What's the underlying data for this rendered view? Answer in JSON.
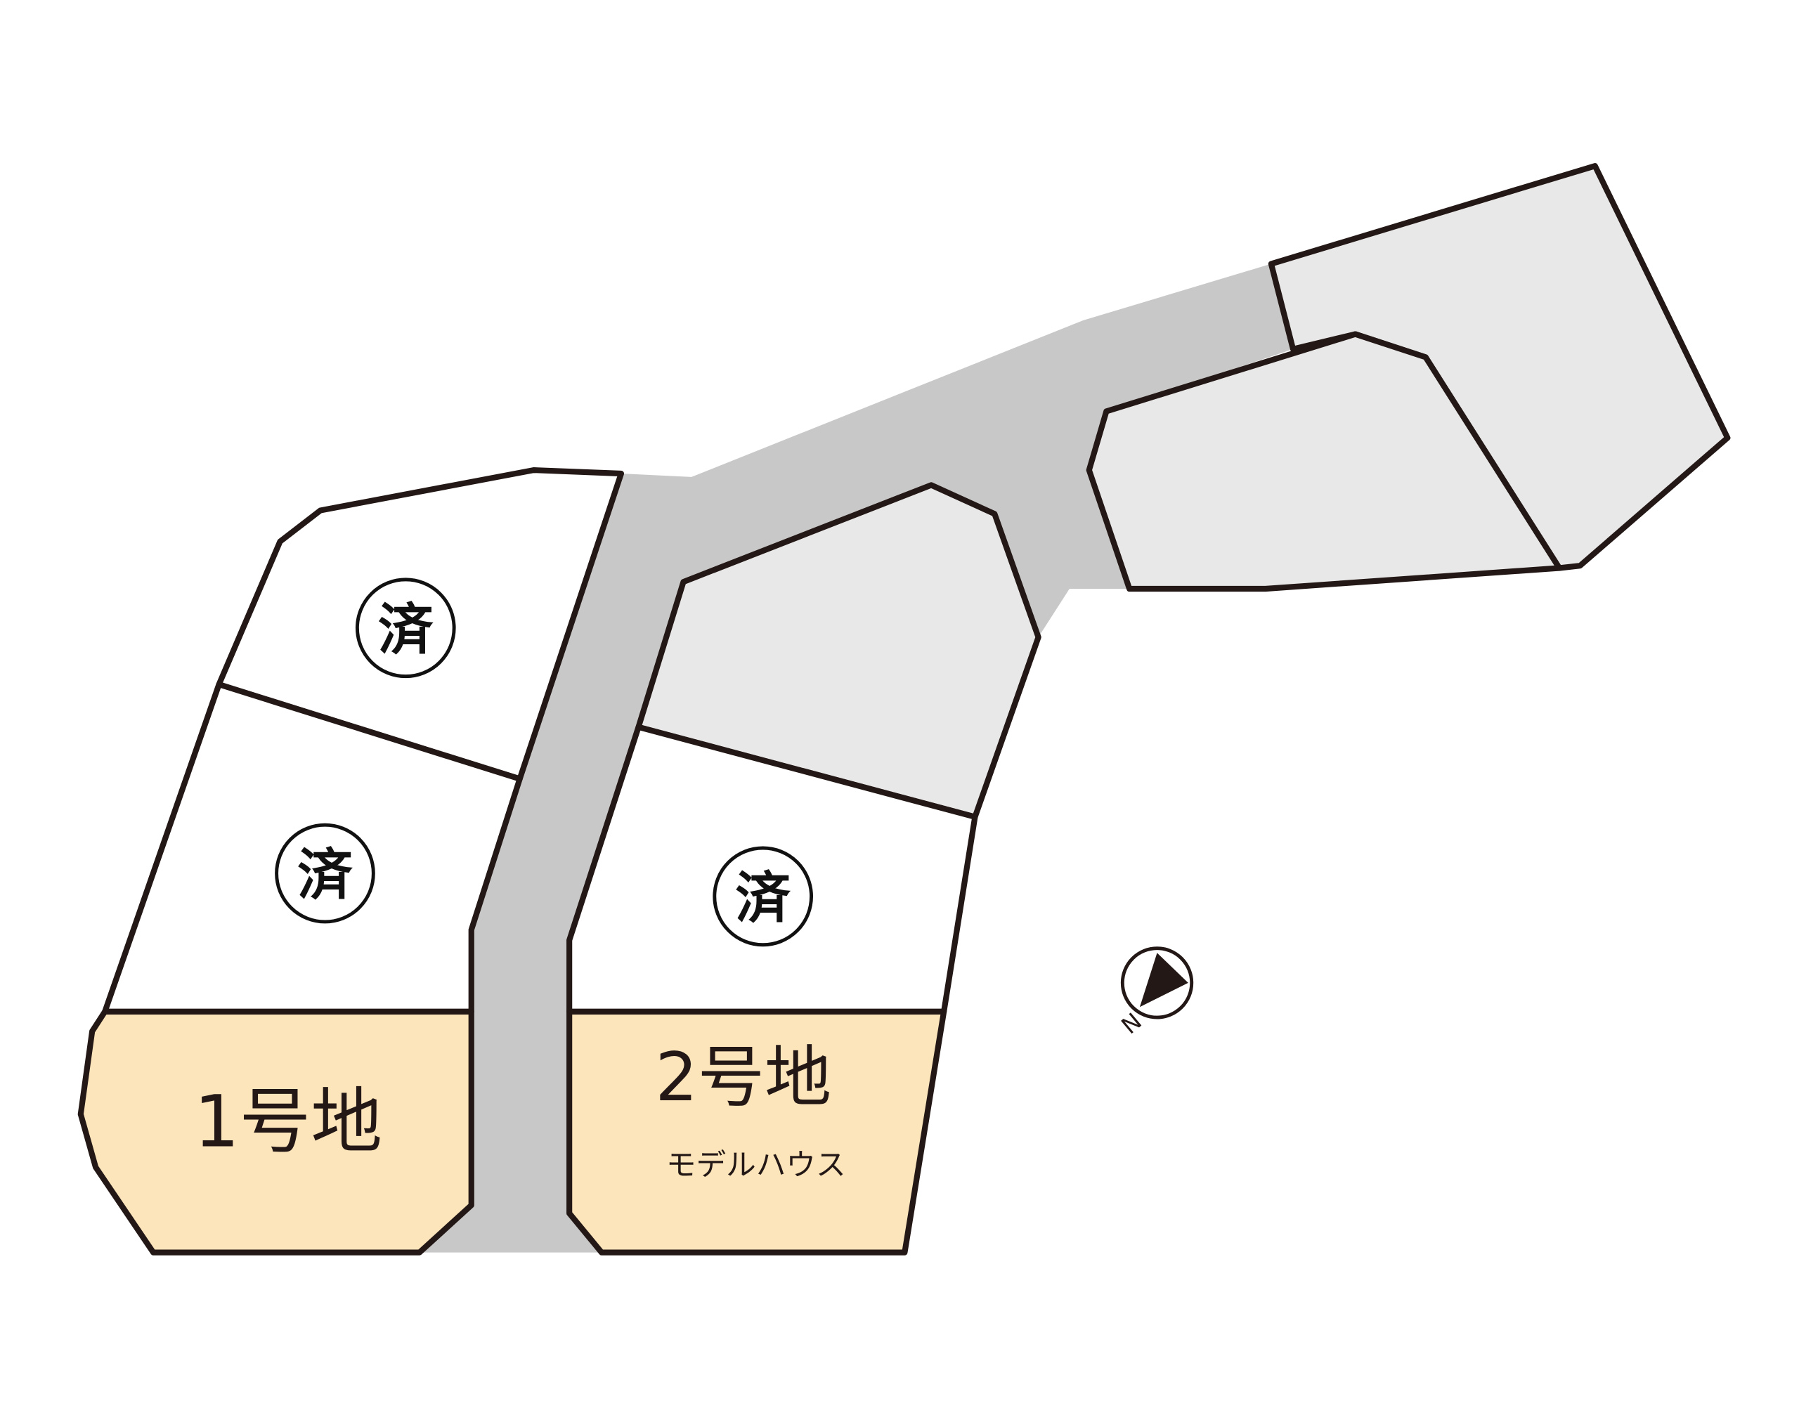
{
  "lots": [
    {
      "id": "lot-1",
      "label": "1号地",
      "sublabel": ""
    },
    {
      "id": "lot-2",
      "label": "2号地",
      "sublabel": "モデルハウス"
    }
  ],
  "sold": {
    "mark": "済",
    "count": 3
  },
  "compass": {
    "letter": "N"
  },
  "colors": {
    "road": "#c8c8c8",
    "available_lot": "#fce4bb",
    "sold_lot": "#ffffff",
    "other_lot": "#e8e8e8",
    "outline": "#231815"
  },
  "icons": [
    "north-arrow-icon",
    "sold-stamp-icon"
  ]
}
